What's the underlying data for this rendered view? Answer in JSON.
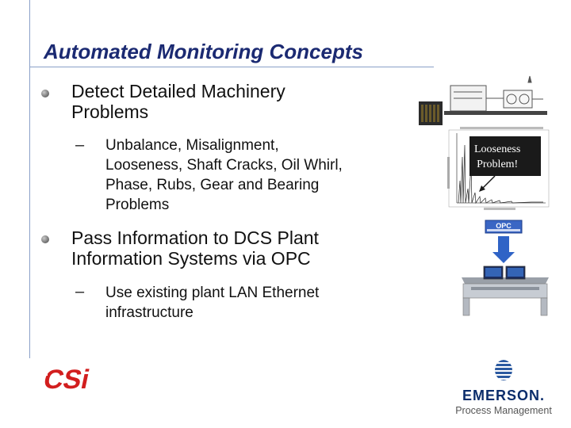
{
  "slide": {
    "title": "Automated Monitoring Concepts",
    "bullets": [
      {
        "lines": [
          "Detect Detailed Machinery",
          "Problems"
        ],
        "sub": {
          "dash": "–",
          "lines": [
            "Unbalance, Misalignment,",
            "Looseness, Shaft Cracks, Oil Whirl,",
            "Phase, Rubs, Gear and Bearing",
            "Problems"
          ]
        }
      },
      {
        "lines": [
          "Pass Information to DCS Plant",
          "Information Systems via OPC"
        ],
        "sub": {
          "dash": "–",
          "lines": [
            "Use existing plant LAN Ethernet",
            "infrastructure"
          ]
        }
      }
    ]
  },
  "figure": {
    "callout": [
      "Looseness",
      "Problem!"
    ],
    "opc_label": "OPC"
  },
  "logos": {
    "csi": "CSi",
    "emerson_word": "EMERSON.",
    "emerson_sub": "Process Management"
  },
  "colors": {
    "title": "#1b2a72",
    "rule": "#8aa0c8",
    "csi_red": "#d21e1e",
    "emerson_blue": "#0b2d6b",
    "arrow_blue": "#2f63c6"
  },
  "icons": {
    "bullet": "round-gray-bullet",
    "arrow": "down-arrow-icon",
    "emerson_mark": "emerson-globe-icon"
  }
}
